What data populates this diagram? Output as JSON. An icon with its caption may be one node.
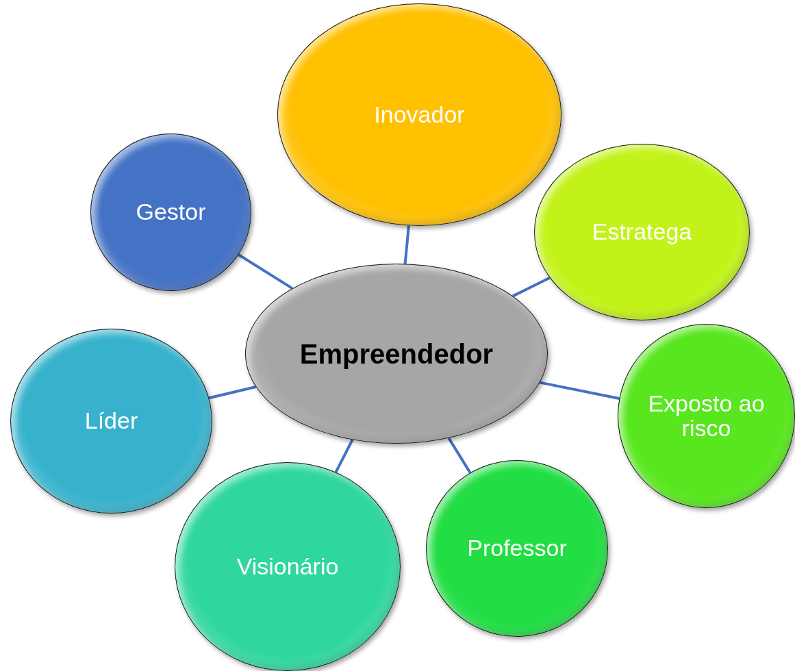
{
  "diagram": {
    "nodes": [
      {
        "text": [
          "Empreendedor"
        ]
      },
      {
        "text": [
          "Inovador"
        ]
      },
      {
        "text": [
          "Estratega"
        ]
      },
      {
        "text": [
          "Exposto ao risco"
        ]
      },
      {
        "text": [
          "Professor"
        ]
      },
      {
        "text": [
          "Visionário"
        ]
      },
      {
        "text": [
          "Líder"
        ]
      },
      {
        "text": [
          "Gestor"
        ]
      }
    ],
    "edges": [
      {
        "from": 0,
        "to": 1,
        "arrow": "none"
      },
      {
        "from": 0,
        "to": 2,
        "arrow": "none"
      },
      {
        "from": 0,
        "to": 3,
        "arrow": "none"
      },
      {
        "from": 0,
        "to": 4,
        "arrow": "none"
      },
      {
        "from": 0,
        "to": 5,
        "arrow": "none"
      },
      {
        "from": 0,
        "to": 6,
        "arrow": "none"
      },
      {
        "from": 0,
        "to": 7,
        "arrow": "none"
      }
    ]
  }
}
